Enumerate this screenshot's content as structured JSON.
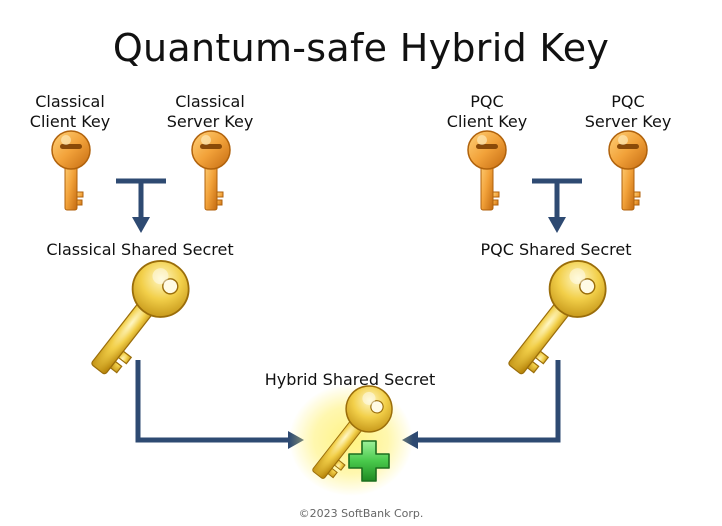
{
  "diagram": {
    "title": "Quantum-safe Hybrid Key",
    "classical_client_key": [
      "Classical",
      "Client Key"
    ],
    "classical_server_key": [
      "Classical",
      "Server Key"
    ],
    "pqc_client_key": [
      "PQC",
      "Client Key"
    ],
    "pqc_server_key": [
      "PQC",
      "Server Key"
    ],
    "classical_shared_secret": "Classical Shared Secret",
    "pqc_shared_secret": "PQC Shared Secret",
    "hybrid_shared_secret": "Hybrid Shared Secret",
    "copyright": "©2023 SoftBank Corp."
  },
  "colors": {
    "arrow": "#2e4a72",
    "small_key_orange": "#f2a23a",
    "big_key_gold": "#f2cf49",
    "hybrid_glow": "#fff27a",
    "plus_green": "#49c94b"
  },
  "icons": {
    "small_key": "key-icon",
    "big_key": "key-icon",
    "plus": "plus-icon"
  }
}
